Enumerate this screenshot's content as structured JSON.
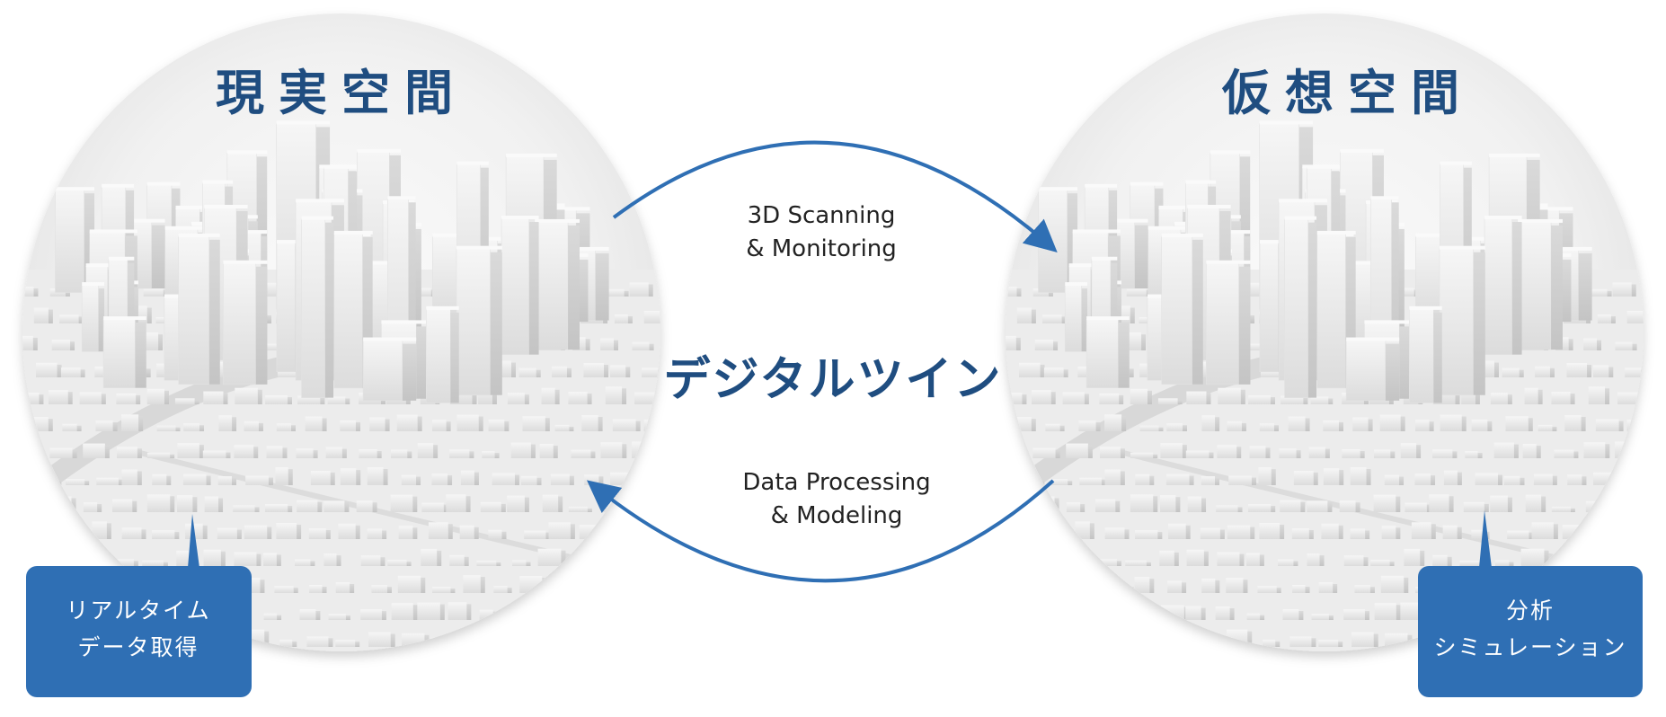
{
  "diagram": {
    "center_title": "デジタルツイン",
    "colors": {
      "title": "#1f4d80",
      "arrow": "#2f6fb4",
      "callout_fill": "#2f6fb4",
      "callout_text": "#ffffff",
      "city_fill": "#f1f1f1"
    },
    "left_world": {
      "title": "現実空間",
      "callout": {
        "line1": "リアルタイム",
        "line2": "データ取得"
      }
    },
    "right_world": {
      "title": "仮想空間",
      "callout": {
        "line1": "分析",
        "line2": "シミュレーション"
      }
    },
    "top_flow": {
      "line1": "3D Scanning",
      "line2": "& Monitoring"
    },
    "bottom_flow": {
      "line1": "Data Processing",
      "line2": "& Modeling"
    }
  }
}
